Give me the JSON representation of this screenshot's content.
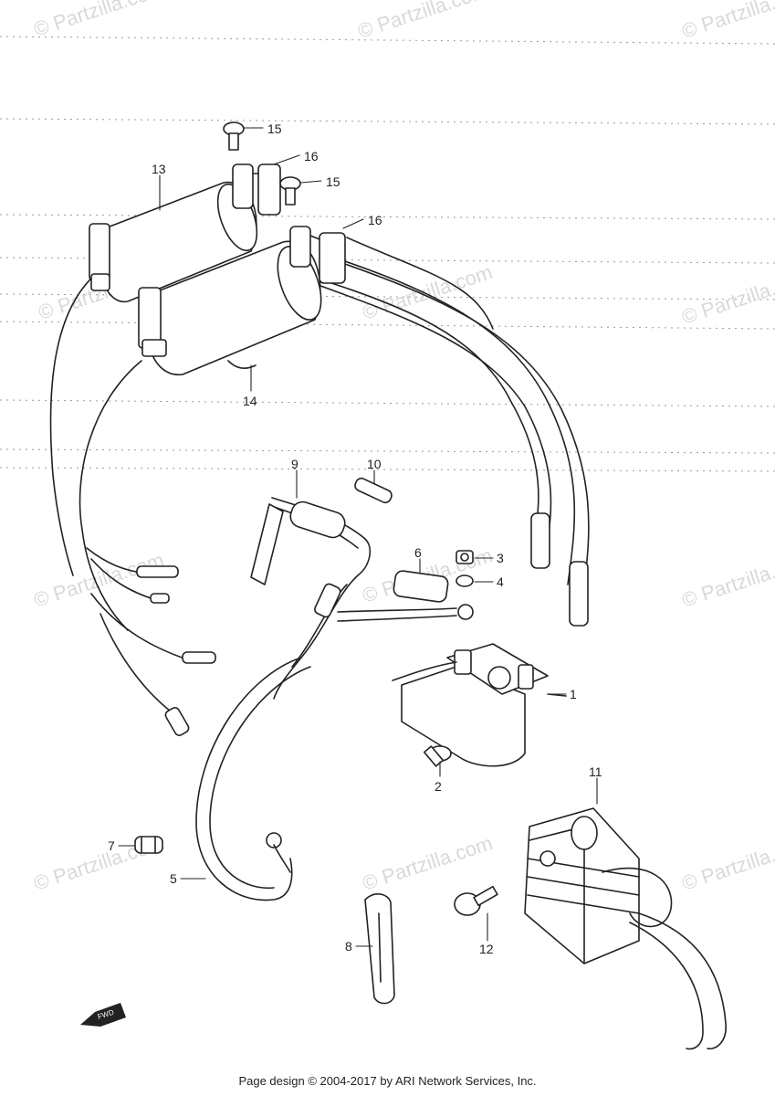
{
  "watermark": "© Partzilla.com",
  "callouts": {
    "c1": "1",
    "c2": "2",
    "c3": "3",
    "c4": "4",
    "c5": "5",
    "c6": "6",
    "c7": "7",
    "c8": "8",
    "c9": "9",
    "c10": "10",
    "c11": "11",
    "c12": "12",
    "c13": "13",
    "c14": "14",
    "c15a": "15",
    "c15b": "15",
    "c16a": "16",
    "c16b": "16"
  },
  "fwd_label": "FWD",
  "footer": "Page design © 2004-2017 by ARI Network Services, Inc."
}
